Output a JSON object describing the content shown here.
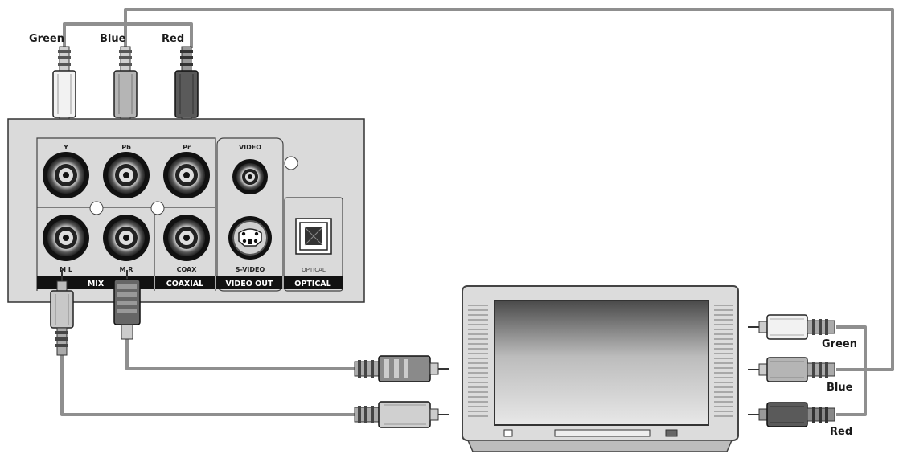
{
  "cable_labels": {
    "top_green": "Green",
    "top_blue": "Blue",
    "top_red": "Red",
    "tv_green": "Green",
    "tv_blue": "Blue",
    "tv_red": "Red"
  },
  "jack_labels": {
    "y": "Y",
    "pb": "Pb",
    "pr": "Pr",
    "video": "VIDEO",
    "ml": "M L",
    "mr": "M R",
    "coax": "COAX",
    "svideo": "S-VIDEO",
    "optical": "OPTICAL"
  },
  "band_labels": {
    "mix": "MIX",
    "coaxial": "COAXIAL",
    "video_out": "VIDEO OUT",
    "optical": "OPTICAL"
  },
  "colors": {
    "wire": "#8f8f8f",
    "panel": "#dadada",
    "band": "#111111",
    "plug_green": "#f2f2f2",
    "plug_blue": "#b5b5b5",
    "plug_red": "#5a5a5a"
  }
}
